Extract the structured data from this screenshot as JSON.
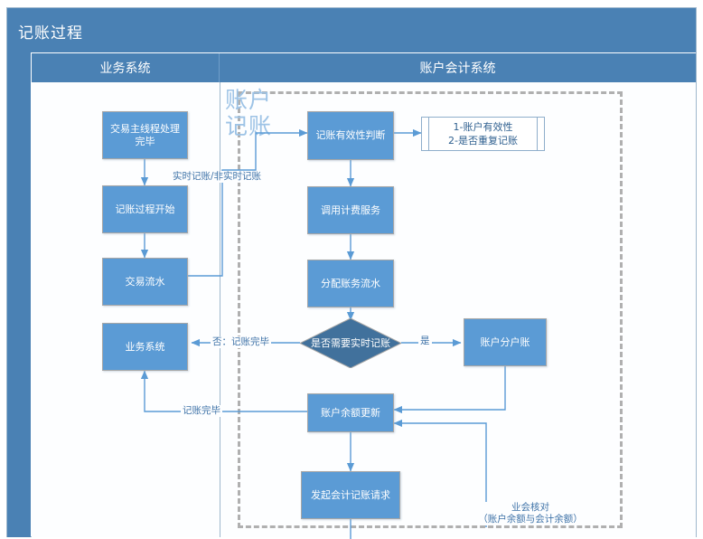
{
  "window": {
    "title": "记账过程"
  },
  "lanes": [
    {
      "id": "lane-business",
      "label": "业务系统"
    },
    {
      "id": "lane-accounting",
      "label": "账户会计系统"
    }
  ],
  "group": {
    "watermark": "账户\n记账",
    "watermark_line1": "账户",
    "watermark_line2": "记账",
    "style": "dashed"
  },
  "nodes": [
    {
      "id": "n1",
      "label": "交易主线程处理完毕",
      "shape": "process",
      "lane": "lane-business"
    },
    {
      "id": "n2",
      "label": "记账过程开始",
      "shape": "process",
      "lane": "lane-business"
    },
    {
      "id": "n3",
      "label": "交易流水",
      "shape": "process",
      "lane": "lane-business"
    },
    {
      "id": "n4",
      "label": "业务系统",
      "shape": "process",
      "lane": "lane-business"
    },
    {
      "id": "n5",
      "label": "记账有效性判断",
      "shape": "process",
      "lane": "lane-accounting"
    },
    {
      "id": "n6",
      "label": "调用计费服务",
      "shape": "process",
      "lane": "lane-accounting"
    },
    {
      "id": "n7",
      "label": "分配账务流水",
      "shape": "process",
      "lane": "lane-accounting"
    },
    {
      "id": "n8",
      "label": "是否需要实时记账",
      "shape": "decision",
      "lane": "lane-accounting"
    },
    {
      "id": "n9",
      "label": "账户分户账",
      "shape": "process",
      "lane": "lane-accounting"
    },
    {
      "id": "n10",
      "label": "账户余额更新",
      "shape": "process",
      "lane": "lane-accounting"
    },
    {
      "id": "n11",
      "label": "发起会计记账请求",
      "shape": "process",
      "lane": "lane-accounting"
    }
  ],
  "note": {
    "id": "note1",
    "line1": "1-账户有效性",
    "line2": "2-是否重复记账"
  },
  "edge_labels": [
    {
      "id": "el1",
      "text": "实时记账/非实时记账"
    },
    {
      "id": "el2",
      "text": "否：记账完毕"
    },
    {
      "id": "el3",
      "text": "是"
    },
    {
      "id": "el4",
      "text": "记账完毕"
    },
    {
      "id": "el5_line1",
      "text": "业会核对"
    },
    {
      "id": "el5_line2",
      "text": "（账户余额与会计余额）"
    }
  ],
  "colors": {
    "header_blue": "#4a81b4",
    "node_blue": "#5b9bd5",
    "connector_blue": "#5b9bd5",
    "dash_gray": "#b0b0b0",
    "watermark_blue": "#9dc3e6",
    "note_border": "#8faecb",
    "label_text": "#3f73a8"
  }
}
